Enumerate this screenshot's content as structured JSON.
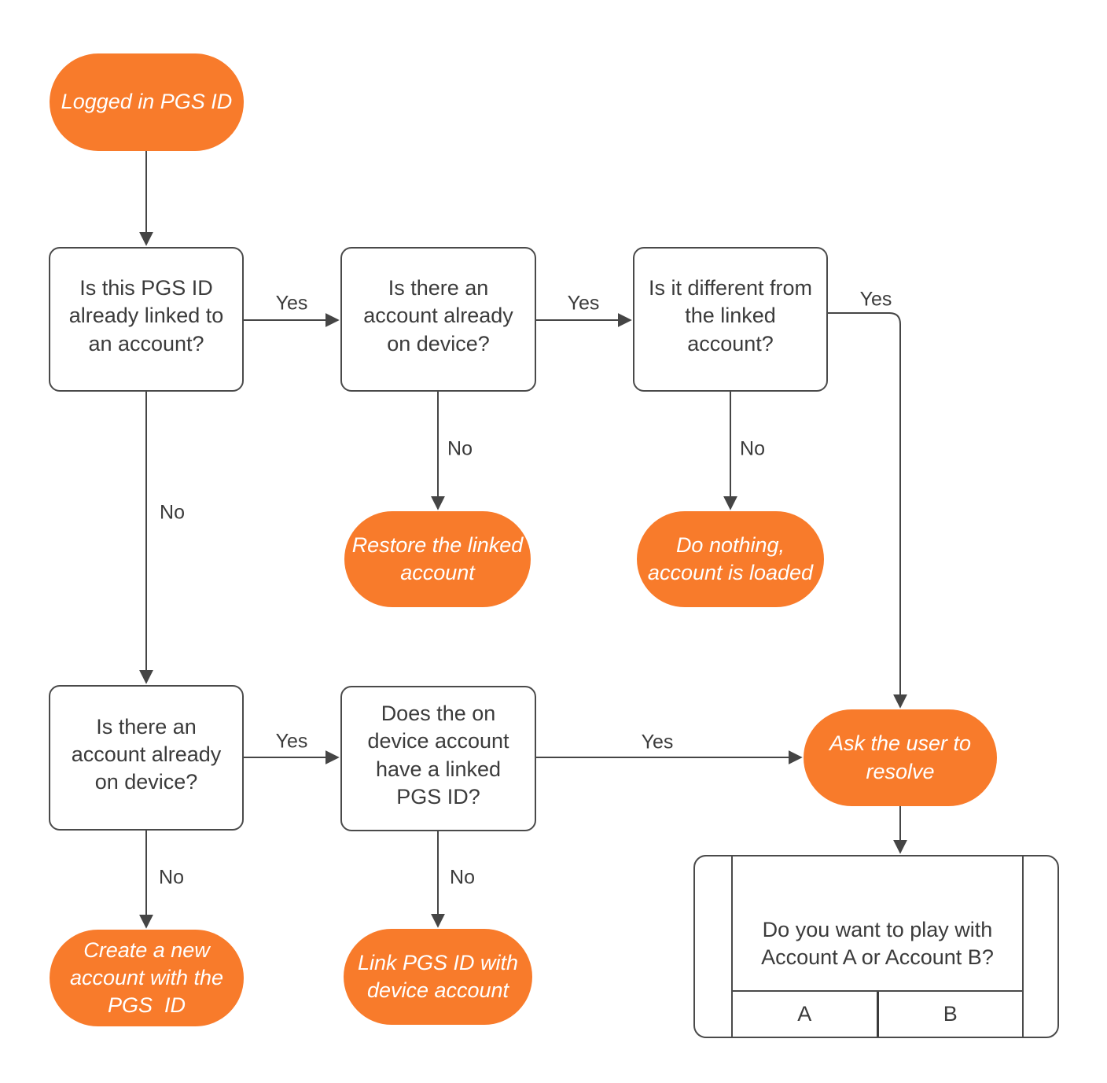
{
  "diagram": {
    "colors": {
      "node_fill": "#F87B2B",
      "node_text": "#FFFFFF",
      "decision_fill": "#FFFFFF",
      "decision_border": "#4A4A4A",
      "connector": "#454545",
      "text": "#3B3B3B",
      "background": "#FFFFFF"
    },
    "nodes": {
      "start": "Logged in PGS ID",
      "q_linked": "Is this PGS ID already linked to an account?",
      "q_device_top": "Is there an account already on device?",
      "q_different": "Is it different from the linked account?",
      "restore": "Restore the linked account",
      "do_nothing": "Do nothing, account is loaded",
      "q_device_bottom": "Is there an account already on device?",
      "q_has_pgs": "Does the on device account have a linked PGS ID?",
      "ask_resolve": "Ask the user to resolve",
      "create_new": "Create a new account with the PGS  ID",
      "link_pgs": "Link PGS ID with device account"
    },
    "edge_labels": {
      "q_linked_yes": "Yes",
      "q_linked_no": "No",
      "q_device_top_yes": "Yes",
      "q_device_top_no": "No",
      "q_different_yes": "Yes",
      "q_different_no": "No",
      "q_device_bottom_yes": "Yes",
      "q_device_bottom_no": "No",
      "q_has_pgs_yes": "Yes",
      "q_has_pgs_no": "No"
    },
    "dialog": {
      "question": "Do you want to play with Account A or Account B?",
      "buttons": [
        "A",
        "B"
      ]
    }
  }
}
